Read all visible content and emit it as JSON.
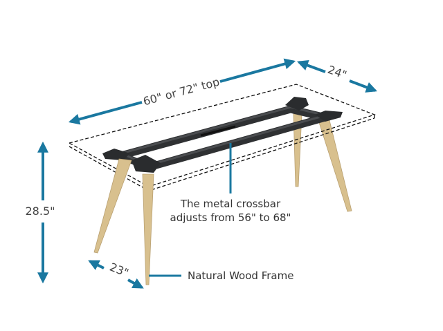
{
  "colors": {
    "dimension": "#1a78a0",
    "metal": "#2f3133",
    "wood": "#d8c08e",
    "text": "#333333"
  },
  "dimensions": {
    "length": "60\" or 72\" top",
    "width": "24\"",
    "height": "28.5\"",
    "leg_span": "23\""
  },
  "callouts": {
    "crossbar_line1": "The metal crossbar",
    "crossbar_line2": "adjusts from 56\" to 68\"",
    "wood": "Natural Wood Frame"
  }
}
